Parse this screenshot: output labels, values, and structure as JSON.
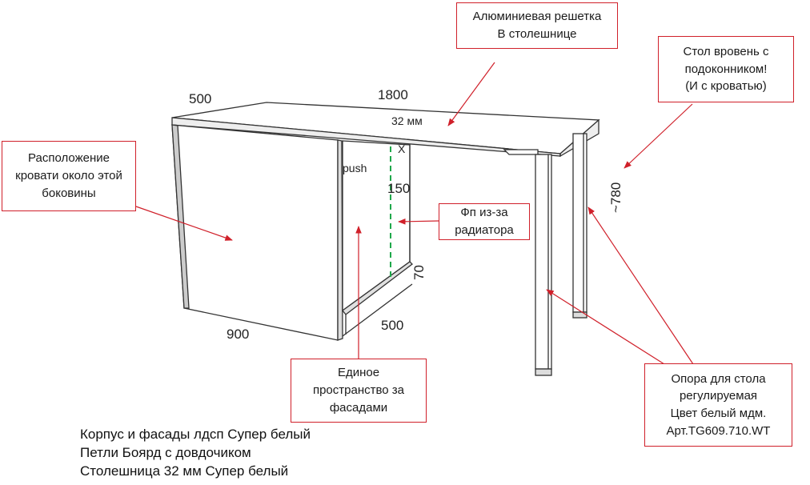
{
  "callouts": {
    "grille": [
      "Алюминиевая решетка",
      "В столешнице"
    ],
    "sill": [
      "Стол вровень с",
      "подоконником!",
      "(И с кроватью)"
    ],
    "bed": [
      "Расположение",
      "кровати  около этой",
      "боковины"
    ],
    "fp": [
      "Фп из-за",
      "радиатора"
    ],
    "space": [
      "Единое",
      "пространство за",
      "фасадами"
    ],
    "support": [
      "Опора для стола",
      "регулируемая",
      "Цвет белый мдм.",
      "Арт.TG609.710.WT"
    ]
  },
  "dimensions": {
    "depth_top": "500",
    "width": "1800",
    "thickness": "32 мм",
    "x_mark": "X",
    "push": "push",
    "gap": "150",
    "height": "~780",
    "plinth": "70",
    "cabinet_depth": "500",
    "cabinet_width": "900"
  },
  "notes": [
    "Корпус и фасады лдсп Супер белый",
    "Петли Боярд с довдочиком",
    "Столешница 32 мм Супер белый"
  ],
  "colors": {
    "callout": "#d0202a",
    "guide": "#1ea84a",
    "line": "#333333"
  }
}
